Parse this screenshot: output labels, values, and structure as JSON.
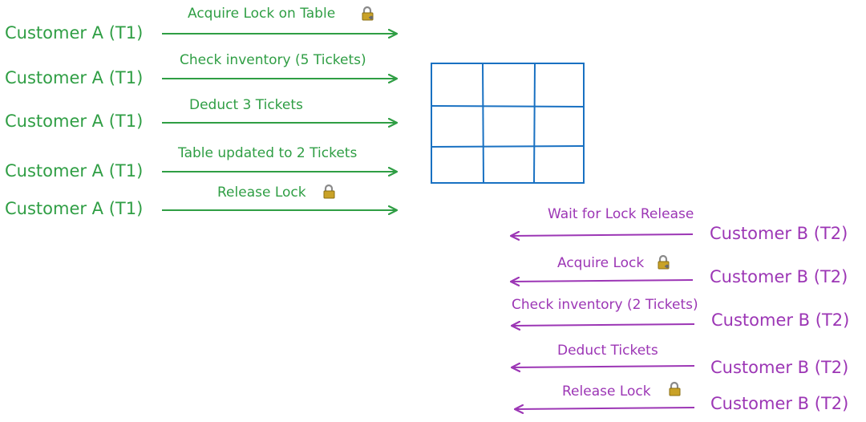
{
  "colors": {
    "t1": "#2f9e44",
    "t2": "#9c36b5",
    "table": "#1971c2",
    "lock": "#c9a227"
  },
  "table_grid": {
    "rows": 3,
    "cols": 3
  },
  "t1_flow": [
    {
      "actor": "Customer A (T1)",
      "message": "Acquire Lock on Table",
      "icon": "lock-with-key-icon"
    },
    {
      "actor": "Customer A (T1)",
      "message": "Check inventory (5 Tickets)",
      "icon": null
    },
    {
      "actor": "Customer A (T1)",
      "message": "Deduct 3 Tickets",
      "icon": null
    },
    {
      "actor": "Customer A (T1)",
      "message": "Table updated to 2 Tickets",
      "icon": null
    },
    {
      "actor": "Customer A (T1)",
      "message": "Release Lock",
      "icon": "lock-icon"
    }
  ],
  "t2_flow": [
    {
      "actor": "Customer B (T2)",
      "message": "Wait for Lock Release",
      "icon": null
    },
    {
      "actor": "Customer B (T2)",
      "message": "Acquire Lock",
      "icon": "lock-with-key-icon"
    },
    {
      "actor": "Customer B (T2)",
      "message": "Check inventory (2 Tickets)",
      "icon": null
    },
    {
      "actor": "Customer B (T2)",
      "message": "Deduct Tickets",
      "icon": null
    },
    {
      "actor": "Customer B (T2)",
      "message": "Release Lock",
      "icon": "lock-icon"
    }
  ]
}
